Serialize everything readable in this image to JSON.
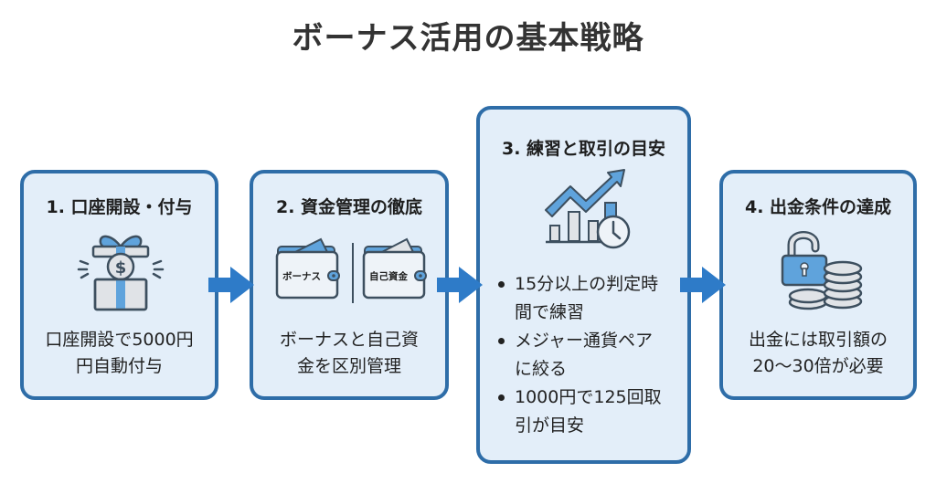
{
  "title": "ボーナス活用の基本戦略",
  "colors": {
    "card_border": "#2e6da8",
    "card_fill": "#e3eef9",
    "arrow": "#2e7bc8",
    "icon_accent": "#5fa3dc",
    "icon_stroke": "#3d4f5f",
    "icon_fill": "#e0e3e7"
  },
  "steps": [
    {
      "title": "1. 口座開設・付与",
      "icon": "gift-money-icon",
      "description_lines": [
        "口座開設で5000円",
        "円自動付与"
      ]
    },
    {
      "title": "2. 資金管理の徹底",
      "icon": "wallets-icon",
      "wallet_labels": [
        "ボーナス",
        "自己資金"
      ],
      "description_lines": [
        "ボーナスと自己資",
        "金を区別管理"
      ]
    },
    {
      "title": "3. 練習と取引の目安",
      "icon": "chart-clock-icon",
      "bullets": [
        {
          "lines": [
            "15分以上の判定時",
            "間で練習"
          ]
        },
        {
          "lines": [
            "メジャー通貨ペア",
            "に絞る"
          ]
        },
        {
          "lines": [
            "1000円で125回取",
            "引が目安"
          ]
        }
      ]
    },
    {
      "title": "4. 出金条件の達成",
      "icon": "unlock-coins-icon",
      "description_lines": [
        "出金には取引額の",
        "20〜30倍が必要"
      ]
    }
  ],
  "arrows": [
    "arrow-right-icon",
    "arrow-right-icon",
    "arrow-right-icon"
  ]
}
